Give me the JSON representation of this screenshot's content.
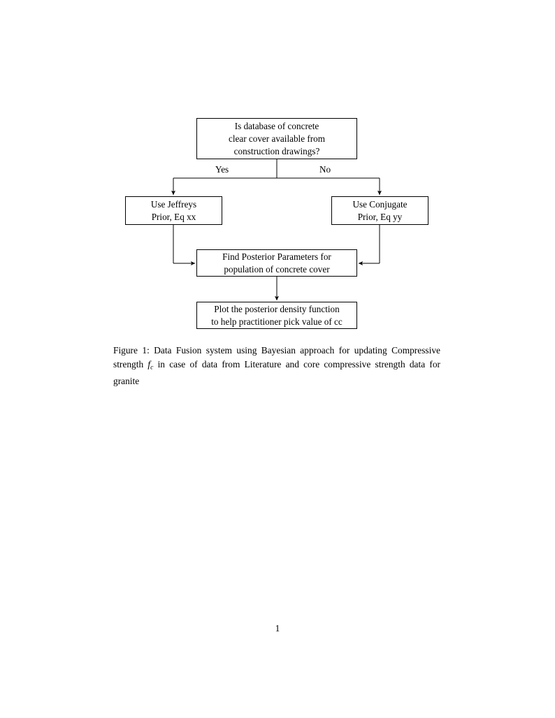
{
  "document": {
    "page_number": "1"
  },
  "figure": {
    "nodes": {
      "decision": {
        "line1": "Is database of concrete",
        "line2": "clear cover available from",
        "line3": "construction drawings?"
      },
      "jeffreys": {
        "line1": "Use Jeffreys",
        "line2": "Prior, Eq xx"
      },
      "conjugate": {
        "line1": "Use Conjugate",
        "line2": "Prior, Eq yy"
      },
      "posterior": {
        "line1": "Find Posterior Parameters for",
        "line2": "population of concrete cover"
      },
      "plot": {
        "line1": "Plot the posterior density function",
        "line2": "to help practitioner pick value of cc"
      }
    },
    "edges": {
      "yes": "Yes",
      "no": "No"
    },
    "caption": {
      "label": "Figure 1:",
      "text_before_symbol": "Data Fusion system using Bayesian approach for updating Compressive strength",
      "symbol_base": "f",
      "symbol_sub": "c",
      "text_after_symbol": "in case of data from Literature and core compressive strength data for granite"
    }
  },
  "colors": {
    "ink": "#000000",
    "paper": "#ffffff"
  }
}
